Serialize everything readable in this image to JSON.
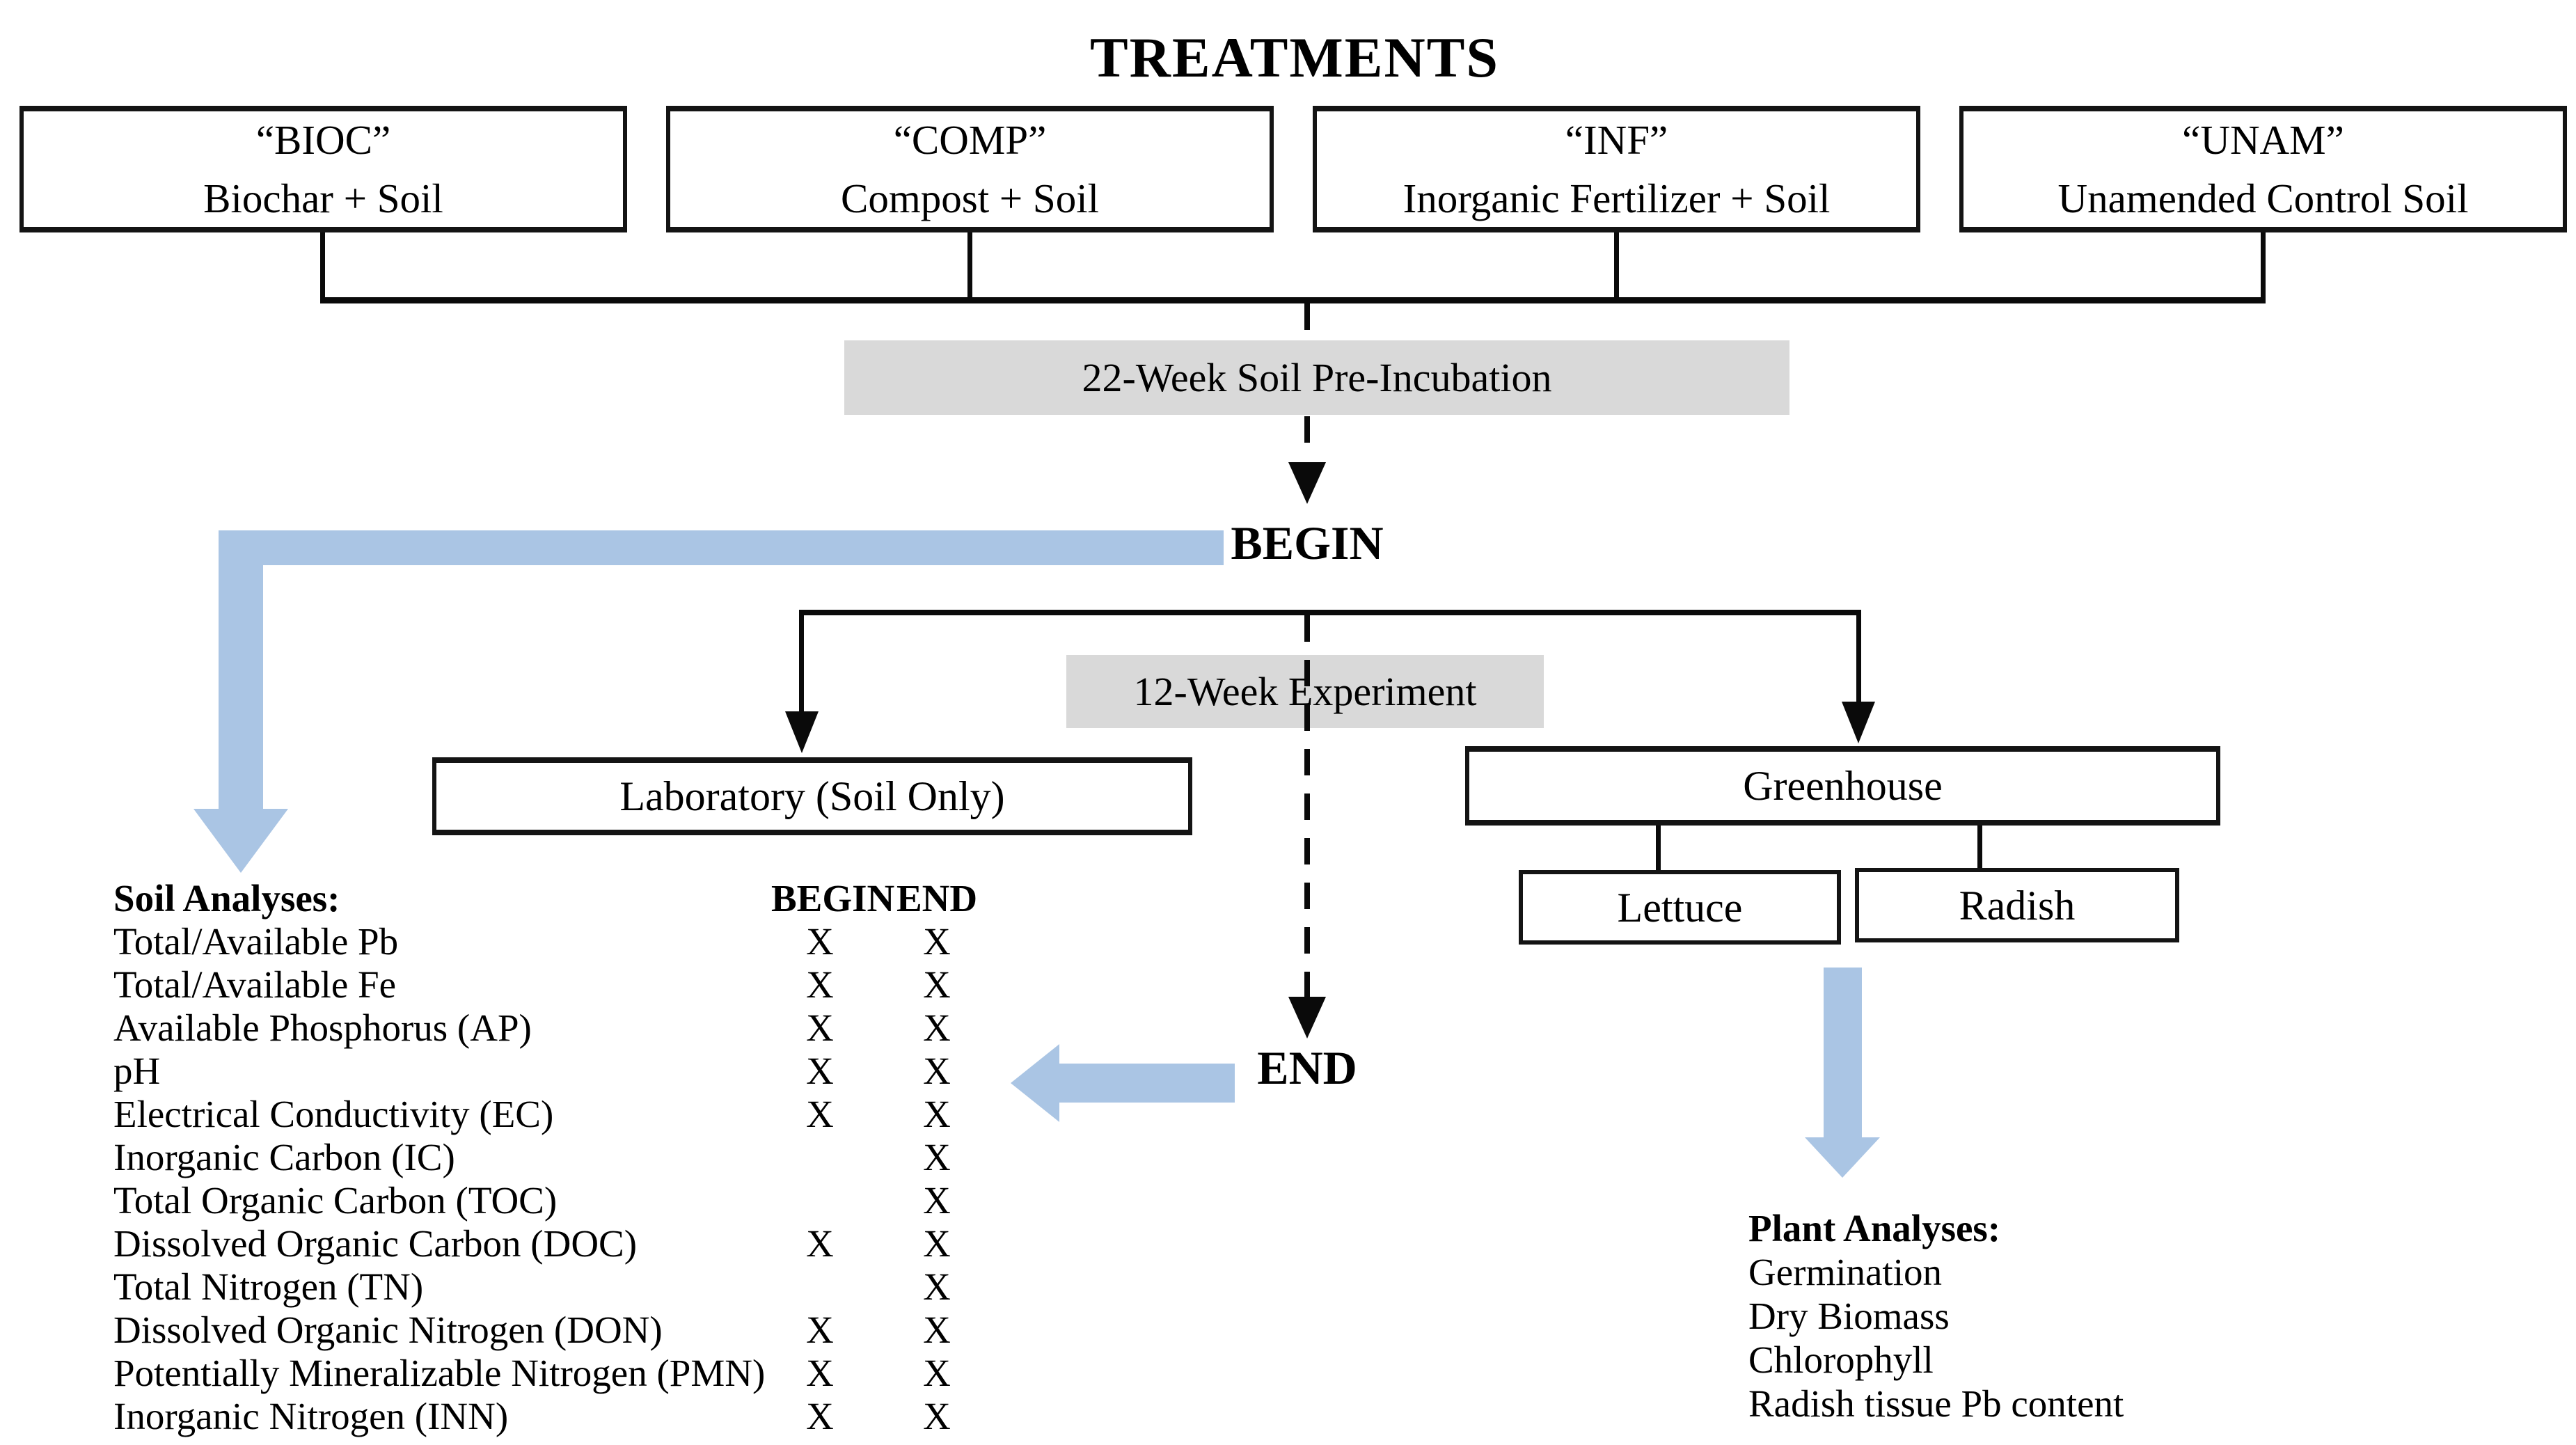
{
  "title": "TREATMENTS",
  "colors": {
    "arrow_blue": "#aac5e4",
    "box_gray": "#d9d9d9"
  },
  "treatments": [
    {
      "code": "“BIOC”",
      "desc": "Biochar + Soil"
    },
    {
      "code": "“COMP”",
      "desc": "Compost + Soil"
    },
    {
      "code": "“INF”",
      "desc": "Inorganic Fertilizer + Soil"
    },
    {
      "code": "“UNAM”",
      "desc": "Unamended Control Soil"
    }
  ],
  "pre_incubation": {
    "label": "22-Week Soil Pre-Incubation"
  },
  "begin": {
    "label": "BEGIN"
  },
  "experiment": {
    "label": "12-Week Experiment"
  },
  "laboratory": {
    "label": "Laboratory (Soil Only)"
  },
  "greenhouse": {
    "label": "Greenhouse",
    "crops": [
      {
        "label": "Lettuce"
      },
      {
        "label": "Radish"
      }
    ]
  },
  "end": {
    "label": "END"
  },
  "soil_analyses": {
    "heading": "Soil Analyses:",
    "columns": {
      "begin": "BEGIN",
      "end": "END"
    },
    "rows": [
      {
        "label": "Total/Available Pb",
        "begin": "X",
        "end": "X"
      },
      {
        "label": "Total/Available Fe",
        "begin": "X",
        "end": "X"
      },
      {
        "label": "Available Phosphorus (AP)",
        "begin": "X",
        "end": "X"
      },
      {
        "label": "pH",
        "begin": "X",
        "end": "X"
      },
      {
        "label": "Electrical Conductivity (EC)",
        "begin": "X",
        "end": "X"
      },
      {
        "label": "Inorganic Carbon (IC)",
        "begin": "",
        "end": "X"
      },
      {
        "label": "Total Organic Carbon (TOC)",
        "begin": "",
        "end": "X"
      },
      {
        "label": "Dissolved Organic Carbon (DOC)",
        "begin": "X",
        "end": "X"
      },
      {
        "label": "Total Nitrogen (TN)",
        "begin": "",
        "end": "X"
      },
      {
        "label": "Dissolved Organic Nitrogen (DON)",
        "begin": "X",
        "end": "X"
      },
      {
        "label": "Potentially Mineralizable Nitrogen (PMN)",
        "begin": "X",
        "end": "X"
      },
      {
        "label": "Inorganic Nitrogen (INN)",
        "begin": "X",
        "end": "X"
      }
    ]
  },
  "plant_analyses": {
    "heading": "Plant Analyses:",
    "items": [
      "Germination",
      "Dry Biomass",
      "Chlorophyll",
      "Radish tissue Pb content"
    ]
  }
}
